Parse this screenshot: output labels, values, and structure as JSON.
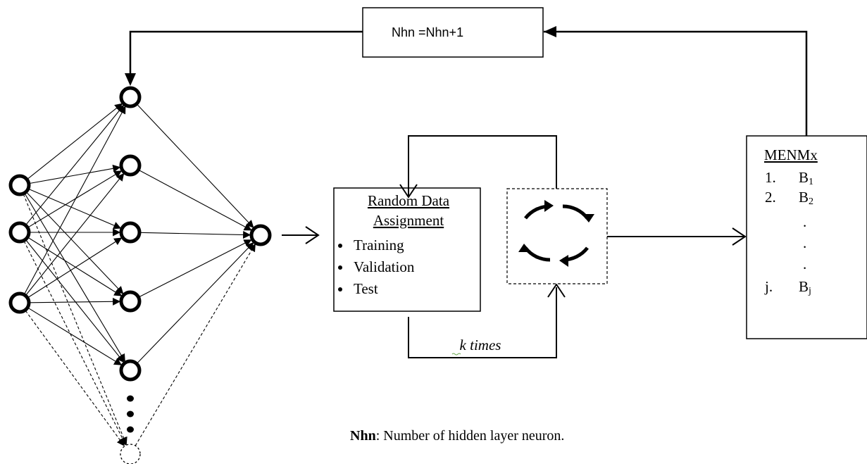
{
  "update_box": {
    "label": "Nhn =Nhn+1"
  },
  "data_box": {
    "title_line1": "Random Data",
    "title_line2": "Assignment",
    "items": [
      "Training",
      "Validation",
      "Test"
    ]
  },
  "loop_label": "k times",
  "result_box": {
    "title": "MENMx",
    "rows": [
      {
        "num": "1.",
        "base": "B",
        "sub": "1"
      },
      {
        "num": "2.",
        "base": "B",
        "sub": "2"
      },
      {
        "num": "",
        "base": ".",
        "sub": ""
      },
      {
        "num": "",
        "base": ".",
        "sub": ""
      },
      {
        "num": "",
        "base": ".",
        "sub": ""
      },
      {
        "num": "j.",
        "base": "B",
        "sub": "j"
      }
    ]
  },
  "footnote": {
    "term": "Nhn",
    "definition": ": Number of hidden layer neuron."
  }
}
